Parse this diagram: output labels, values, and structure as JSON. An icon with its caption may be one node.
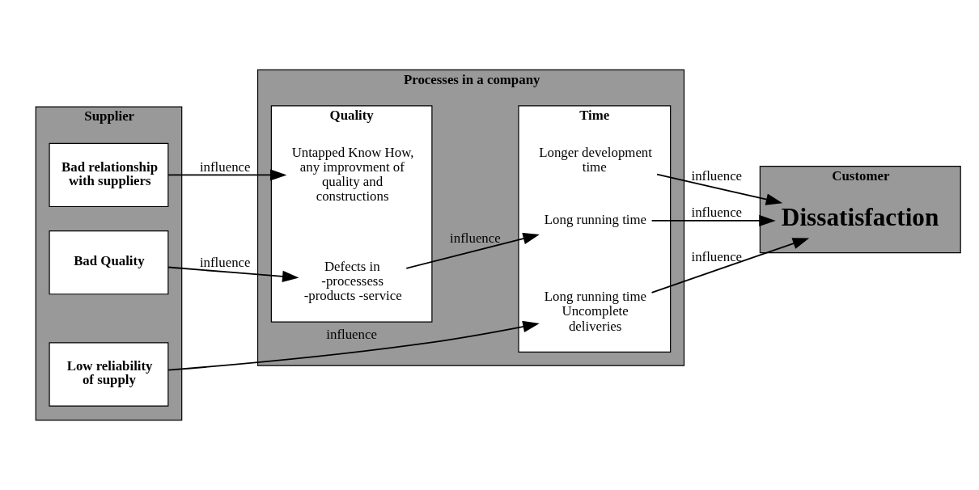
{
  "diagram": {
    "nodes": [
      {
        "text": [
          "Supplier"
        ]
      },
      {
        "text": [
          "Bad Quality"
        ],
        "in": 0
      },
      {
        "text": [
          "Low reliability of supply"
        ],
        "in": 0
      },
      {
        "text": [
          "Bad relationship with suppliers"
        ],
        "in": 0
      },
      {
        "text": [
          "Processes in a company"
        ]
      },
      {
        "text": [
          "Quality"
        ],
        "in": 4
      },
      {
        "text": [
          "Defects in -processess -products -service"
        ],
        "in": 5
      },
      {
        "text": [
          "Untapped Know How, any improvment of quality and constructions"
        ],
        "in": 5
      },
      {
        "text": [
          "Time"
        ],
        "in": 4
      },
      {
        "text": [
          "Long running time"
        ],
        "in": 8
      },
      {
        "text": [
          "Long running time Uncomplete deliveries"
        ],
        "in": 8
      },
      {
        "text": [
          "Longer development time"
        ],
        "in": 8
      },
      {
        "text": [
          "Customer"
        ]
      },
      {
        "text": [
          "Dissatisfaction"
        ],
        "in": 12
      }
    ],
    "edges": [
      {
        "from": 1,
        "to": 6,
        "arrow": "to",
        "label": "influence"
      },
      {
        "from": 2,
        "to": 10,
        "arrow": "to",
        "label": "influence"
      },
      {
        "from": 3,
        "to": 7,
        "arrow": "to",
        "label": "influence"
      },
      {
        "from": 6,
        "to": 9,
        "arrow": "to",
        "label": "influence"
      },
      {
        "from": 9,
        "to": 13,
        "arrow": "to",
        "label": "influence"
      },
      {
        "from": 10,
        "to": 13,
        "arrow": "to",
        "label": "influence"
      },
      {
        "from": 11,
        "to": 13,
        "arrow": "to",
        "label": "influence"
      }
    ]
  }
}
